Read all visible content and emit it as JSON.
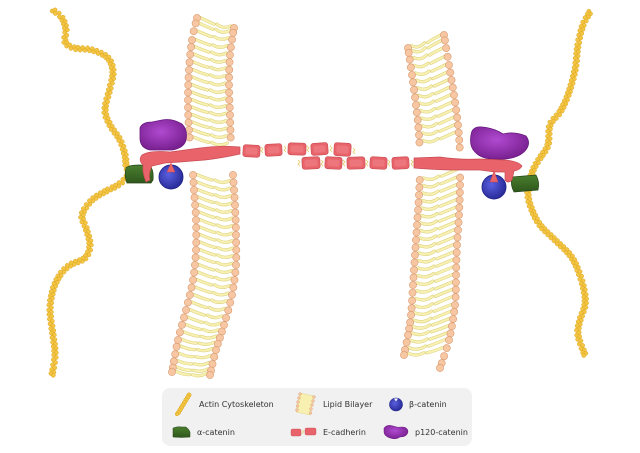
{
  "diagram": {
    "title": "Adherens junction: E-cadherin mediated cell-cell adhesion",
    "colors": {
      "actin": "#f4c542",
      "actin_dark": "#d9a520",
      "lipid_head": "#f6c7a2",
      "lipid_head_stroke": "#d99a70",
      "lipid_tail": "#f7f0b0",
      "lipid_tail_stroke": "#d9cf7a",
      "ecadherin": "#e8636a",
      "ecadherin_light": "#f08a8e",
      "alpha_catenin": "#3b6a25",
      "beta_catenin": "#3a3dbf",
      "p120_catenin": "#8b2aa6",
      "legend_bg": "#f1f1f1"
    },
    "components": [
      {
        "id": "actin-left",
        "type": "Actin Cytoskeleton",
        "cell": "left"
      },
      {
        "id": "actin-right",
        "type": "Actin Cytoskeleton",
        "cell": "right"
      },
      {
        "id": "membrane-left",
        "type": "Lipid Bilayer",
        "cell": "left"
      },
      {
        "id": "membrane-right",
        "type": "Lipid Bilayer",
        "cell": "right"
      },
      {
        "id": "ecadherin-left",
        "type": "E-cadherin",
        "cell": "left"
      },
      {
        "id": "ecadherin-right",
        "type": "E-cadherin",
        "cell": "right"
      },
      {
        "id": "alpha-left",
        "type": "α-catenin",
        "cell": "left"
      },
      {
        "id": "alpha-right",
        "type": "α-catenin",
        "cell": "right"
      },
      {
        "id": "beta-left",
        "type": "β-catenin",
        "cell": "left"
      },
      {
        "id": "beta-right",
        "type": "β-catenin",
        "cell": "right"
      },
      {
        "id": "p120-left",
        "type": "p120-catenin",
        "cell": "left"
      },
      {
        "id": "p120-right",
        "type": "p120-catenin",
        "cell": "right"
      }
    ]
  },
  "legend": {
    "items": [
      {
        "label": "Actin Cytoskeleton",
        "icon": "actin-filament-icon"
      },
      {
        "label": "Lipid Bilayer",
        "icon": "lipid-bilayer-icon"
      },
      {
        "label": "β-catenin",
        "icon": "beta-catenin-icon"
      },
      {
        "label": "α-catenin",
        "icon": "alpha-catenin-icon"
      },
      {
        "label": "E-cadherin",
        "icon": "e-cadherin-icon"
      },
      {
        "label": "p120-catenin",
        "icon": "p120-catenin-icon"
      }
    ]
  }
}
